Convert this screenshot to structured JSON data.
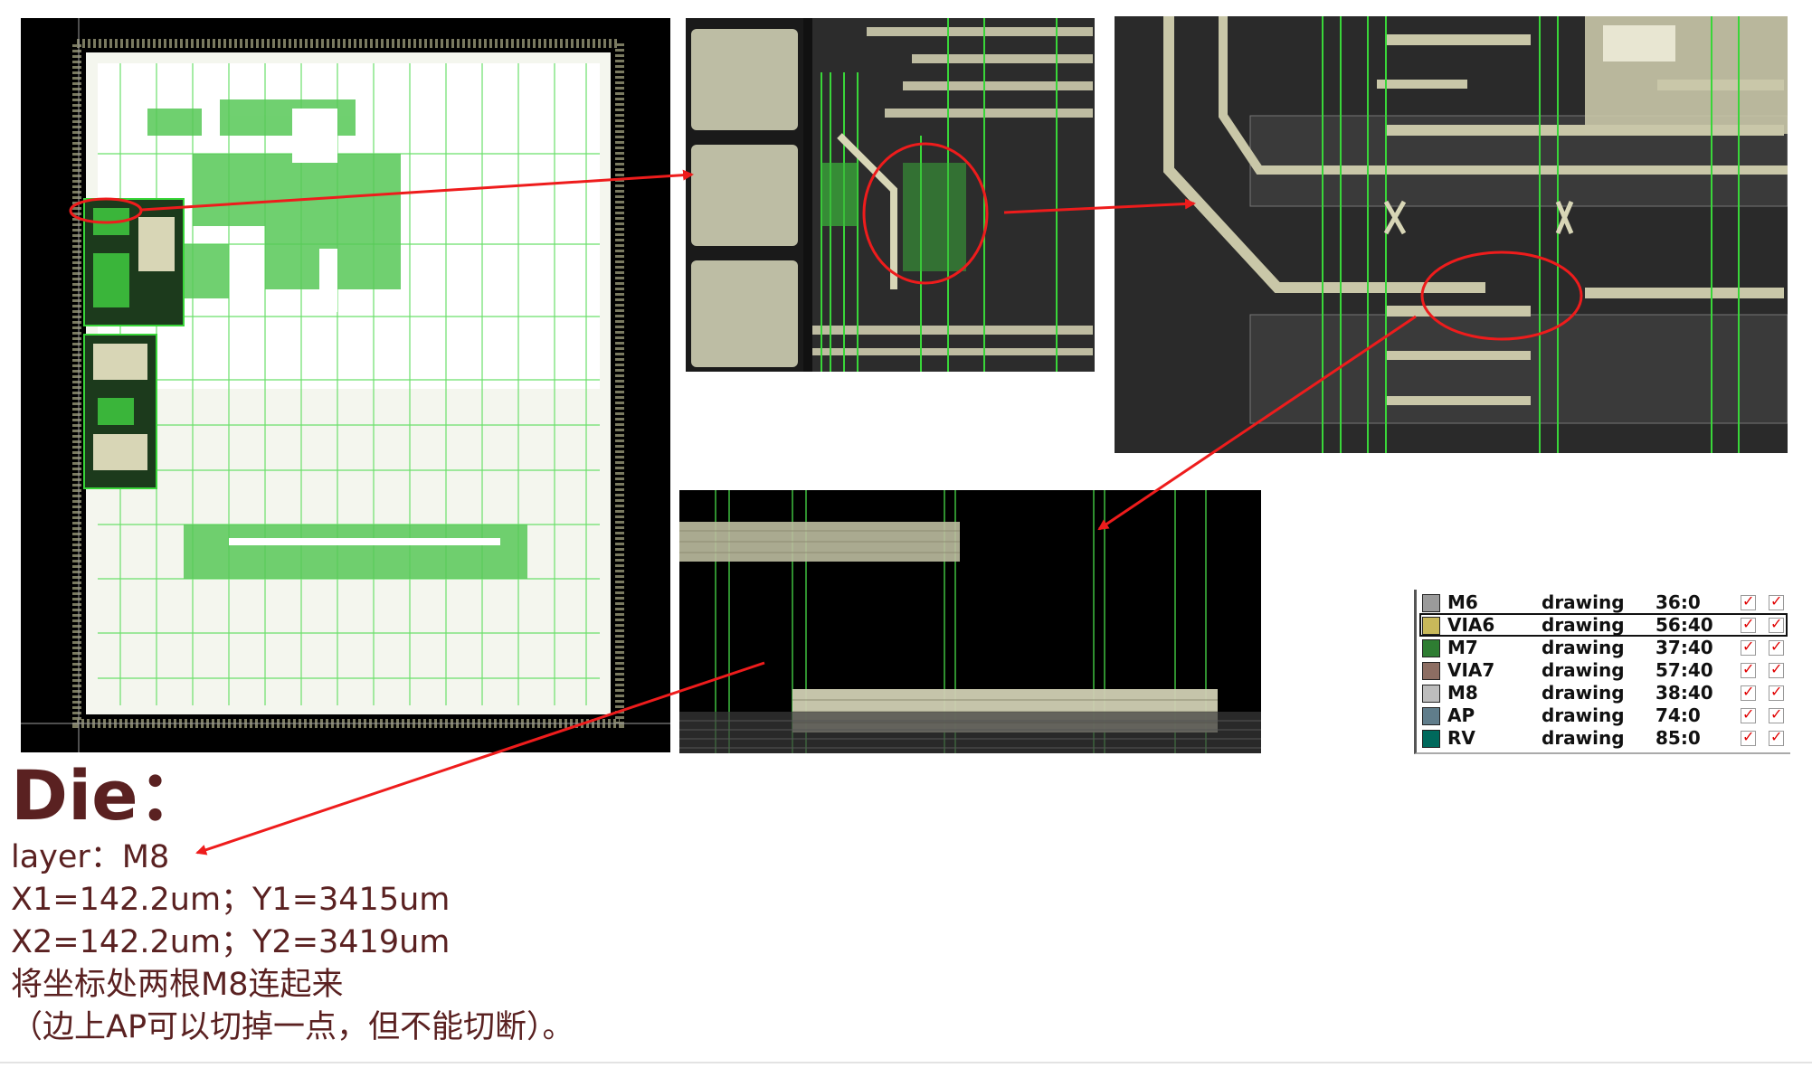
{
  "notes": {
    "heading": "Die：",
    "lines": [
      "layer：M8",
      "X1=142.2um；Y1=3415um",
      "X2=142.2um；Y2=3419um",
      "将坐标处两根M8连起来",
      "（边上AP可以切掉一点，但不能切断）。"
    ]
  },
  "layer_panel": {
    "rows": [
      {
        "name": "M6",
        "purpose": "drawing",
        "number": "36:0",
        "selected": false,
        "swatch_color": "#9a9a9a",
        "visible": true,
        "selectable": true
      },
      {
        "name": "VIA6",
        "purpose": "drawing",
        "number": "56:40",
        "selected": true,
        "swatch_color": "#c8b85a",
        "visible": true,
        "selectable": true
      },
      {
        "name": "M7",
        "purpose": "drawing",
        "number": "37:40",
        "selected": false,
        "swatch_color": "#2e7d32",
        "visible": true,
        "selectable": true
      },
      {
        "name": "VIA7",
        "purpose": "drawing",
        "number": "57:40",
        "selected": false,
        "swatch_color": "#8d6e63",
        "visible": true,
        "selectable": true
      },
      {
        "name": "M8",
        "purpose": "drawing",
        "number": "38:40",
        "selected": false,
        "swatch_color": "#bdbdbd",
        "visible": true,
        "selectable": true
      },
      {
        "name": "AP",
        "purpose": "drawing",
        "number": "74:0",
        "selected": false,
        "swatch_color": "#607d8b",
        "visible": true,
        "selectable": true
      },
      {
        "name": "RV",
        "purpose": "drawing",
        "number": "85:0",
        "selected": false,
        "swatch_color": "#00695c",
        "visible": true,
        "selectable": true
      }
    ]
  },
  "colors": {
    "annotation_red": "#ee1c1c",
    "layout_green": "#39d639",
    "layout_beige": "#d8d6b6",
    "text_brown": "#5a2121"
  }
}
